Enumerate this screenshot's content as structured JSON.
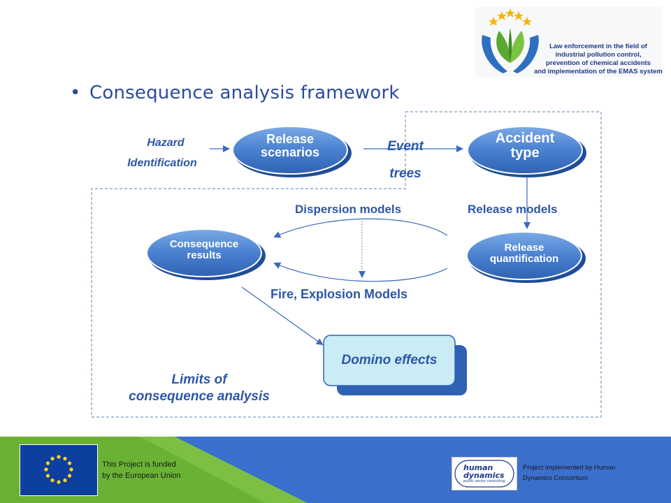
{
  "logo": {
    "text_lines": [
      "Law enforcement in the field of",
      "industrial pollution control,",
      "prevention of chemical accidents",
      "and implementation of the EMAS system"
    ]
  },
  "slide": {
    "title": "Consequence analysis framework"
  },
  "diagram": {
    "hazard_line1": "Hazard",
    "hazard_line2": "Identification",
    "release_scenarios_line1": "Release",
    "release_scenarios_line2": "scenarios",
    "event_trees_line1": "Event",
    "event_trees_line2": "trees",
    "accident_type_line1": "Accident",
    "accident_type_line2": "type",
    "dispersion_models": "Dispersion models",
    "release_models": "Release models",
    "consequence_results_line1": "Consequence",
    "consequence_results_line2": "results",
    "release_quantification_line1": "Release",
    "release_quantification_line2": "quantification",
    "fire_explosion_models": "Fire, Explosion Models",
    "domino_effects": "Domino effects",
    "limits_line1": "Limits of",
    "limits_line2": "consequence analysis"
  },
  "footer": {
    "funded_line1": "This Project is funded",
    "funded_line2": "by the European Union",
    "implemented_line1": "Project implemented by Human",
    "implemented_line2": "Dynamics Consortium",
    "hd_logo_line1": "human",
    "hd_logo_line2": "dynamics",
    "hd_logo_line3": "public sector consulting"
  },
  "colors": {
    "accent": "#2d56a6",
    "oval_fill": "#3f78c9",
    "footer_green": "#7bc043",
    "footer_blue": "#3a6fcb"
  }
}
